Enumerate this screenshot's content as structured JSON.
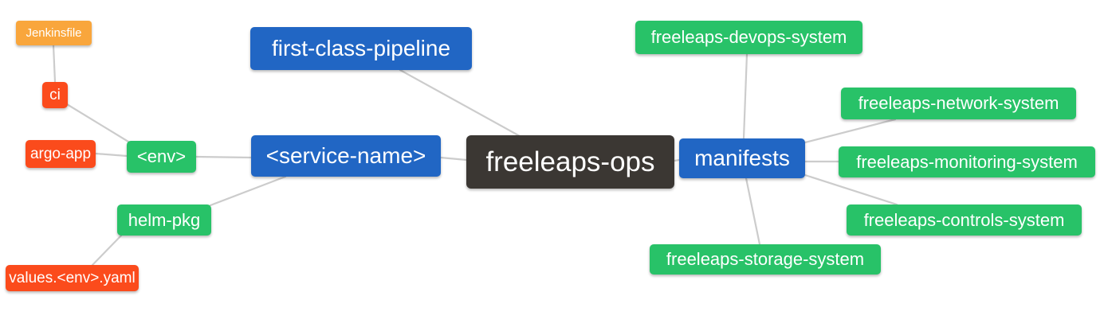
{
  "palette": {
    "root_bg": "#3b3733",
    "branch_bg": "#2166c4",
    "sub_branch_bg": "#28c268",
    "leaf_bg": "#fb4b1c",
    "deep_leaf_bg": "#f9a63c",
    "edge": "#cccccc",
    "node_text": "#ffffff",
    "canvas_bg": "#ffffff"
  },
  "mindmap": {
    "root": {
      "label": "freeleaps-ops"
    },
    "nodes": {
      "first_class_pipeline": {
        "label": "first-class-pipeline"
      },
      "service_name": {
        "label": "<service-name>"
      },
      "manifests": {
        "label": "manifests"
      },
      "env": {
        "label": "<env>"
      },
      "helm_pkg": {
        "label": "helm-pkg"
      },
      "ci": {
        "label": "ci"
      },
      "jenkinsfile": {
        "label": "Jenkinsfile"
      },
      "argo_app": {
        "label": "argo-app"
      },
      "values_env_yaml": {
        "label": "values.<env>.yaml"
      },
      "devops_system": {
        "label": "freeleaps-devops-system"
      },
      "network_system": {
        "label": "freeleaps-network-system"
      },
      "monitoring_system": {
        "label": "freeleaps-monitoring-system"
      },
      "controls_system": {
        "label": "freeleaps-controls-system"
      },
      "storage_system": {
        "label": "freeleaps-storage-system"
      }
    },
    "edges": [
      {
        "from": "jenkinsfile",
        "to": "ci"
      },
      {
        "from": "ci",
        "to": "env"
      },
      {
        "from": "argo_app",
        "to": "env"
      },
      {
        "from": "env",
        "to": "service_name"
      },
      {
        "from": "helm_pkg",
        "to": "service_name"
      },
      {
        "from": "values_env_yaml",
        "to": "helm_pkg"
      },
      {
        "from": "first_class_pipeline",
        "to": "root"
      },
      {
        "from": "service_name",
        "to": "root"
      },
      {
        "from": "root",
        "to": "manifests"
      },
      {
        "from": "manifests",
        "to": "devops_system"
      },
      {
        "from": "manifests",
        "to": "network_system"
      },
      {
        "from": "manifests",
        "to": "monitoring_system"
      },
      {
        "from": "manifests",
        "to": "controls_system"
      },
      {
        "from": "manifests",
        "to": "storage_system"
      }
    ]
  }
}
